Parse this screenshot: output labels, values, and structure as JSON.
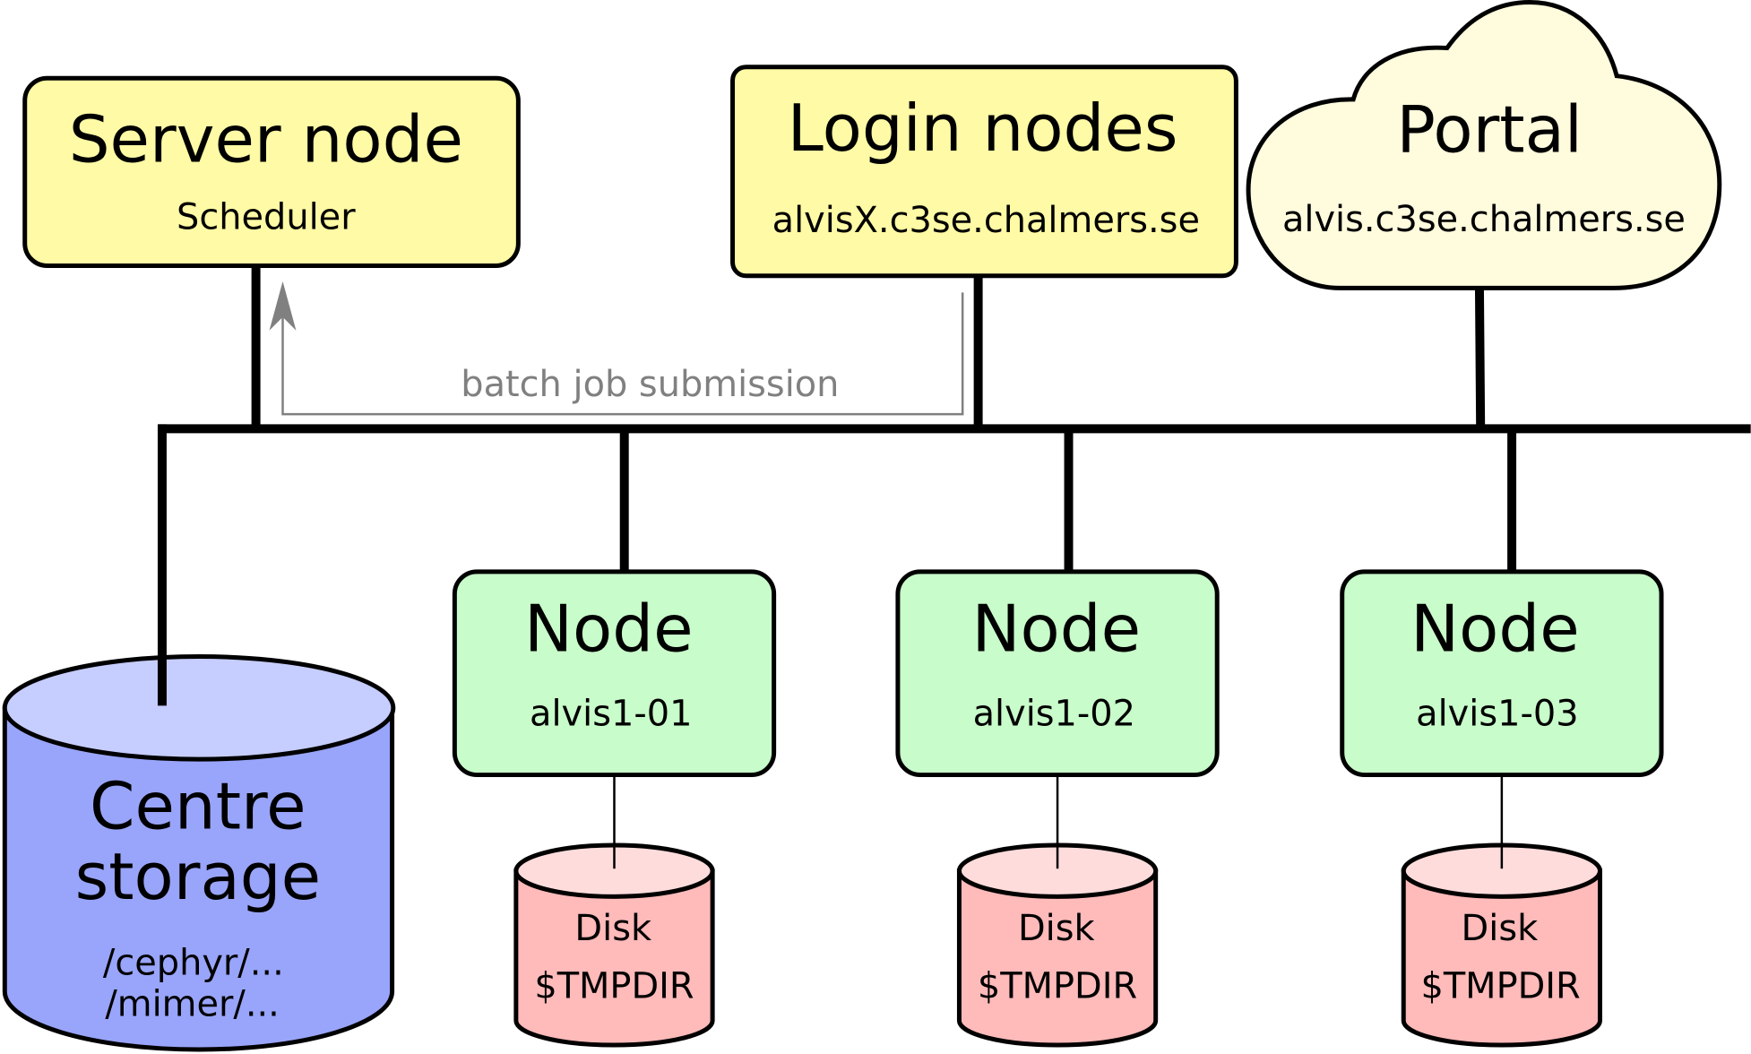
{
  "diagram": {
    "server_node": {
      "title": "Server node",
      "subtitle": "Scheduler",
      "fill": "#fffaa5"
    },
    "login_nodes": {
      "title": "Login nodes",
      "subtitle": "alvisX.c3se.chalmers.se",
      "fill": "#fffaa5"
    },
    "portal": {
      "title": "Portal",
      "subtitle": "alvis.c3se.chalmers.se",
      "fill": "#fffbdd"
    },
    "annotation": {
      "label": "batch job submission",
      "color": "#808080"
    },
    "storage": {
      "title_line1": "Centre",
      "title_line2": "storage",
      "path1": "/cephyr/...",
      "path2": "/mimer/...",
      "top_fill": "#c6cdff",
      "body_fill": "#99a5fa"
    },
    "nodes": [
      {
        "title": "Node",
        "name": "alvis1-01",
        "disk_label": "Disk",
        "disk_path": "$TMPDIR"
      },
      {
        "title": "Node",
        "name": "alvis1-02",
        "disk_label": "Disk",
        "disk_path": "$TMPDIR"
      },
      {
        "title": "Node",
        "name": "alvis1-03",
        "disk_label": "Disk",
        "disk_path": "$TMPDIR"
      }
    ],
    "node_fill": "#c8fcca",
    "disk_top_fill": "#ffdcdc",
    "disk_body_fill": "#ffbaba"
  }
}
